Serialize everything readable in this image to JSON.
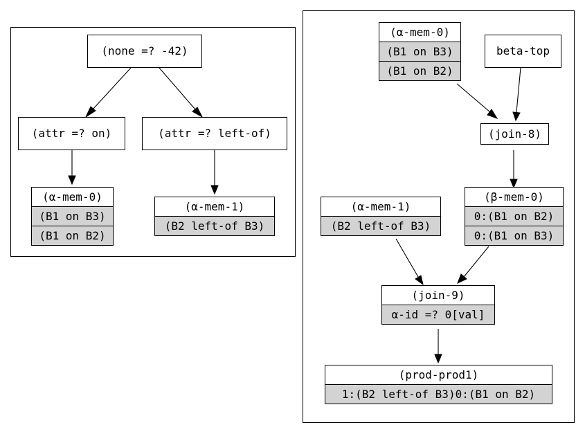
{
  "left_cluster": {
    "nodes": {
      "root": "(none =? -42)",
      "attr_on": "(attr =? on)",
      "attr_left_of": "(attr =? left-of)",
      "amem0": {
        "title": "(α-mem-0)",
        "rows": [
          "(B1 on B3)",
          "(B1 on B2)"
        ]
      },
      "amem1": {
        "title": "(α-mem-1)",
        "rows": [
          "(B2 left-of B3)"
        ]
      }
    }
  },
  "right_cluster": {
    "nodes": {
      "amem0": {
        "title": "(α-mem-0)",
        "rows": [
          "(B1 on B3)",
          "(B1 on B2)"
        ]
      },
      "beta_top": "beta-top",
      "join8": "(join-8)",
      "bmem0": {
        "title": "(β-mem-0)",
        "rows": [
          "0:(B1 on B2)",
          "0:(B1 on B3)"
        ]
      },
      "amem1": {
        "title": "(α-mem-1)",
        "rows": [
          "(B2 left-of B3)"
        ]
      },
      "join9": {
        "title": "(join-9)",
        "rows": [
          "α-id =? 0[val]"
        ]
      },
      "prod1": {
        "title": "(prod-prod1)",
        "rows": [
          "1:(B2 left-of B3)0:(B1 on B2)"
        ]
      }
    }
  }
}
